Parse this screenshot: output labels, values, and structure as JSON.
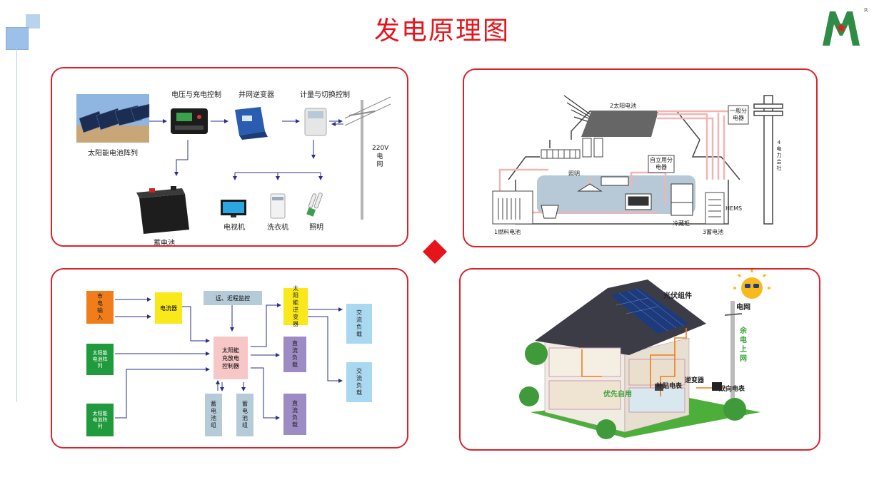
{
  "page_title": "发电原理图",
  "logo": {
    "registered_mark": "R"
  },
  "panel1": {
    "labels": {
      "controller": "电压与充电控制",
      "inverter": "并网逆变器",
      "meter": "计量与切换控制",
      "solar_array": "太阳能电池阵列",
      "grid_voltage": "220V",
      "grid": "电网",
      "battery": "蓄电池",
      "tv": "电视机",
      "washer": "洗衣机",
      "lighting": "照明"
    }
  },
  "panel2": {
    "labels": {
      "solar_cell": "2太阳电池",
      "general_board": "一般分电器",
      "power_company": "4电力会社",
      "self_board": "自立用分电器",
      "lighting": "照明",
      "hems": "HEMS",
      "fuel_cell": "1燃料电池",
      "fridge": "冷藏柜",
      "storage_battery": "3蓄电池"
    }
  },
  "panel3": {
    "blocks": {
      "mains_input": "市电输入",
      "rectifier": "电流器",
      "monitor": "远、近程监控",
      "solar_inverter": "太阳能逆变器",
      "ac_load_1": "交流负载",
      "ac_load_2": "交流负载",
      "solar_array_1": "太阳能电池阵列",
      "solar_array_2": "太阳能电池阵列",
      "controller_line1": "太阳能",
      "controller_line2": "充放电",
      "controller_line3": "控制器",
      "dc_load_1": "直流负载",
      "dc_load_2": "直流负载",
      "battery_1": "蓄电池组",
      "battery_2": "蓄电池组"
    }
  },
  "panel4": {
    "labels": {
      "pv_module": "光伏组件",
      "grid": "电网",
      "surplus_to_grid": "余电上网",
      "priority_use": "优先自用",
      "inverter": "逆变器",
      "subsidy_meter": "补贴电表",
      "bidirectional_meter": "双向电表"
    }
  },
  "colors": {
    "title_red": "#e8141c",
    "panel_border": "#d9232b",
    "orange": "#f07d1a",
    "yellow": "#f9e81a",
    "green": "#1f9a3c",
    "light_blue": "#a9d8f0",
    "pink": "#f7c6c6",
    "purple": "#9c8bc4",
    "grey_blue": "#b5ccd8",
    "arrow_navy": "#2b2f8c",
    "line_pink": "#f2b4b4"
  }
}
